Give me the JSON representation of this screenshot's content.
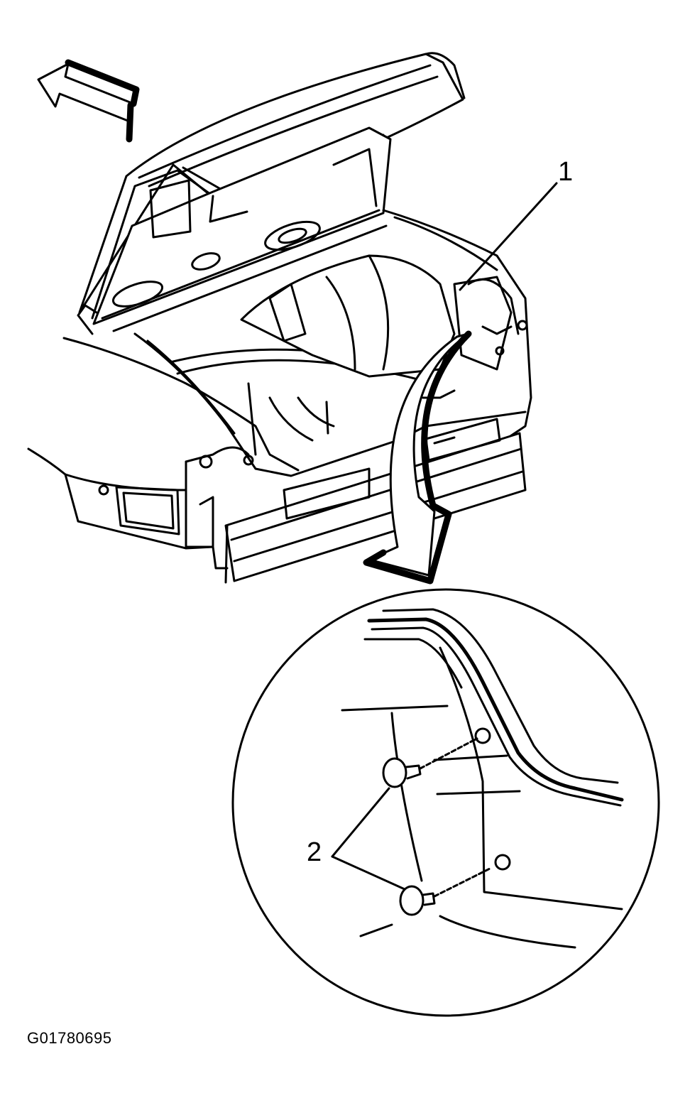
{
  "callouts": {
    "one": "1",
    "two": "2"
  },
  "figure_id": "G01780695",
  "colors": {
    "line": "#000000",
    "background": "#ffffff"
  }
}
